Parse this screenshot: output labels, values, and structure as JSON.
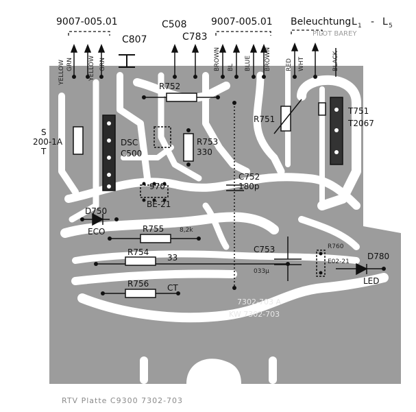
{
  "header": {
    "connector_left": "9007-005.01",
    "connector_mid": "9007-005.01",
    "lighting": "Beleuchtung",
    "lighting_l1": "L",
    "lighting_l1_sub": "1",
    "lighting_dash": "-",
    "lighting_l5": "L",
    "lighting_l5_sub": "5",
    "pilot": "PILOT BAREY"
  },
  "wires": {
    "yellow_1": "YELLOW",
    "grn_1": "GRN",
    "yellow_2": "YELLOW",
    "grn_2": "GRN",
    "brown_1": "BROWN",
    "bl_1": "BL",
    "blue_1": "BLUE",
    "brown_2": "BROWN",
    "red": "RED",
    "wht": "WHT",
    "black": "BLACK"
  },
  "components": {
    "c807": "C807",
    "c508": "C508",
    "c783": "C783",
    "r752": "R752",
    "r751": "R751",
    "t751": "T751",
    "t2067": "T2067",
    "r753": "R753",
    "r753_val": "330",
    "c752": "C752",
    "c752_val": "180p",
    "dsc": "DSC",
    "dsc_val": "C500",
    "ref_200": "200-1A",
    "ref_s": "S",
    "ref_t": "T",
    "ic_760": "970",
    "ic_760_val": "BE-21",
    "d750": "D750",
    "d750_val": "ECO",
    "r755": "R755",
    "r755_val": "8,2k",
    "r754": "R754",
    "r754_val": "33",
    "r756": "R756",
    "r756_val": "CT",
    "c753": "C753",
    "c753_val": "033µ",
    "r760": "R760",
    "r760_val": "E02-21",
    "d780": "D780",
    "d780_val": "LED",
    "board_note_1": "7302-703 A",
    "board_note_2": "KW 7302-703"
  },
  "footer": {
    "caption": "RTV Platte C9300  7302-703"
  }
}
